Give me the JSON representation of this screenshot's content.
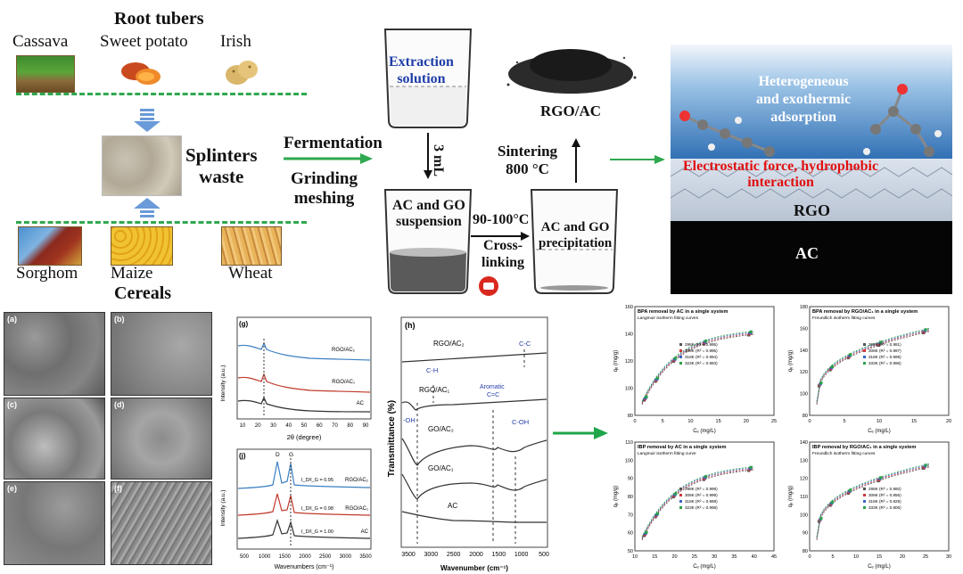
{
  "root_tubers": {
    "title": "Root tubers",
    "items": [
      "Cassava",
      "Sweet potato",
      "Irish"
    ]
  },
  "splinters_waste": "Splinters\nwaste",
  "cereals": {
    "title": "Cereals",
    "items": [
      "Sorghom",
      "Maize",
      "Wheat"
    ]
  },
  "process": {
    "fermentation": "Fermentation",
    "grinding": "Grinding\nmeshing",
    "extraction": "Extraction\nsolution",
    "volume": "3 mL",
    "suspension": "AC and GO\nsuspension",
    "temperature": "90-100°C",
    "crosslinking": "Cross-\nlinking",
    "precipitation": "AC and GO\nprecipitation",
    "sintering": "Sintering\n800 °C",
    "product": "RGO/AC"
  },
  "mechanism": {
    "adsorption": "Heterogeneous\nand exothermic\nadsorption",
    "forces": "Electrostatic force, hydrophobic\ninteraction",
    "rgo": "RGO",
    "ac": "AC"
  },
  "sem_labels": [
    "(a)",
    "(b)",
    "(c)",
    "(d)",
    "(e)",
    "(f)"
  ],
  "xrd": {
    "panel": "(g)",
    "xlabel": "2θ (degree)",
    "ylabel": "Intensity (a.u.)",
    "xticks": [
      "10",
      "20",
      "30",
      "40",
      "50",
      "60",
      "70",
      "80",
      "90"
    ],
    "series": [
      "RGO/AC₂",
      "RGO/AC₁",
      "AC"
    ],
    "colors": [
      "#3a7fc1",
      "#c0392b",
      "#333333"
    ]
  },
  "raman": {
    "panel": "(j)",
    "xlabel": "Wavenumbers (cm⁻¹)",
    "ylabel": "Intensity (a.u.)",
    "xticks": [
      "500",
      "1000",
      "1500",
      "2000",
      "2500",
      "3000",
      "3500"
    ],
    "peaks": [
      "D",
      "G"
    ],
    "ratios": [
      "I_D/I_G = 0.95",
      "I_D/I_G = 0.98",
      "I_D/I_G = 1.00"
    ],
    "series": [
      "RGO/AC₂",
      "RGO/AC₁",
      "AC"
    ],
    "colors": [
      "#3a7fc1",
      "#c0392b",
      "#333333"
    ]
  },
  "ftir": {
    "panel": "(h)",
    "xlabel": "Wavenumber (cm⁻¹)",
    "ylabel": "Transmittance (%)",
    "xticks": [
      "3500",
      "3000",
      "2500",
      "2000",
      "1500",
      "1000",
      "500"
    ],
    "series": [
      "RGO/AC₂",
      "RGO/AC₁",
      "GO/AC₂",
      "GO/AC₁",
      "AC"
    ],
    "bands": [
      "C-H",
      "C-C",
      "Aromatic\nC=C",
      "-OH",
      "C-OH"
    ]
  },
  "isotherms": [
    {
      "title": "BPA removal by AC in a single system",
      "subtitle": "Langmuir isotherm fitting curves",
      "ylabel": "qₑ (mg/g)",
      "xlabel": "Cₑ (mg/L)",
      "xticks": [
        "0",
        "5",
        "10",
        "15",
        "20",
        "25"
      ],
      "yticks": [
        "80",
        "100",
        "120",
        "140",
        "160"
      ],
      "legend": [
        "298K   (R² = 0.995)",
        "308K   (R² = 0.995)",
        "318K   (R² = 0.994)",
        "323K   (R² = 0.993)"
      ]
    },
    {
      "title": "BPA removal by RGO/AC₁ in a single system",
      "subtitle": "Freundlich isotherm fitting curves",
      "ylabel": "qₑ (mg/g)",
      "xlabel": "Cₑ (mg/L)",
      "xticks": [
        "0",
        "5",
        "10",
        "15",
        "20"
      ],
      "yticks": [
        "80",
        "100",
        "120",
        "140",
        "160",
        "180"
      ],
      "legend": [
        "298K   (R² = 0.981)",
        "308K   (R² = 0.997)",
        "318K   (R² = 0.999)",
        "333K   (R² = 0.996)"
      ]
    },
    {
      "title": "IBP removal by AC in a single system",
      "subtitle": "Langmuir isotherm fitting curve",
      "ylabel": "qₑ (mg/g)",
      "xlabel": "Cₑ (mg/L)",
      "xticks": [
        "10",
        "15",
        "20",
        "25",
        "30",
        "35",
        "40",
        "45"
      ],
      "yticks": [
        "50",
        "60",
        "70",
        "80",
        "90",
        "100",
        "110"
      ],
      "legend": [
        "298K   (R² = 0.999)",
        "308K   (R² = 0.999)",
        "318K   (R² = 0.998)",
        "323K   (R² = 0.998)"
      ]
    },
    {
      "title": "IBP removal by RGO/AC₁ in a single system",
      "subtitle": "Freundlich isotherm fitting curves",
      "ylabel": "qₑ (mg/g)",
      "xlabel": "Cₑ (mg/L)",
      "xticks": [
        "0",
        "5",
        "10",
        "15",
        "20",
        "25",
        "30"
      ],
      "yticks": [
        "80",
        "90",
        "100",
        "110",
        "120",
        "130",
        "140"
      ],
      "legend": [
        "298K   (R² = 0.860)",
        "308K   (R² = 0.856)",
        "318K   (R² = 0.829)",
        "333K   (R² = 0.806)"
      ]
    }
  ],
  "legend_colors": [
    "#555555",
    "#d0393b",
    "#3b64c9",
    "#2ea04a"
  ]
}
